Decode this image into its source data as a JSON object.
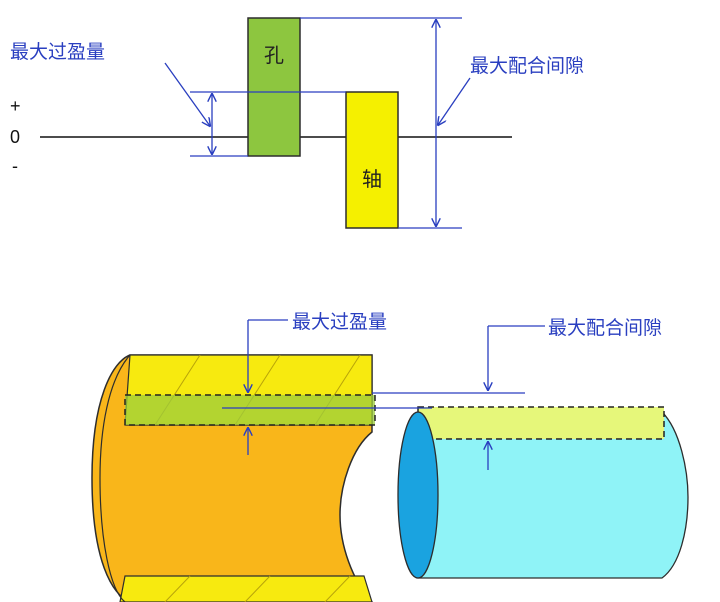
{
  "top": {
    "plus": "+",
    "zero": "0",
    "minus": "-",
    "hole_label": "孔",
    "shaft_label": "轴",
    "max_interference": "最大过盈量",
    "max_clearance": "最大配合间隙"
  },
  "bottom": {
    "max_interference": "最大过盈量",
    "max_clearance": "最大配合间隙"
  },
  "colors": {
    "hole": "#8dc63f",
    "shaft": "#f5f000",
    "sleeve": "#f9b61a",
    "sleeve_band": "#f7ea0f",
    "cylinder": "#8ff3f7",
    "cylinder_face": "#1aa3e0",
    "annotation": "#2a3fc0"
  }
}
